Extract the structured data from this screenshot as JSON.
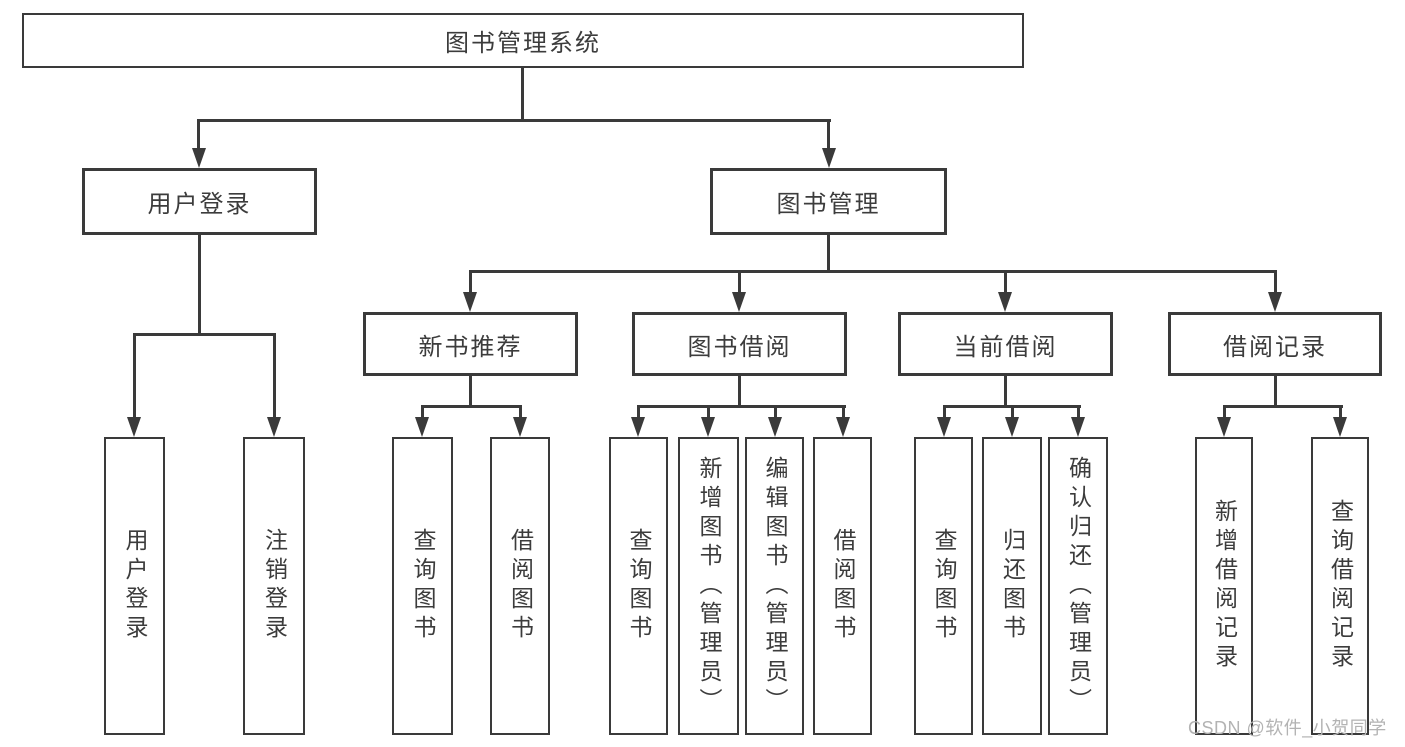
{
  "diagram": {
    "type": "hierarchy",
    "root": {
      "label": "图书管理系统"
    },
    "level2": [
      {
        "label": "用户登录"
      },
      {
        "label": "图书管理"
      }
    ],
    "level3": [
      {
        "label": "新书推荐",
        "parent": "图书管理"
      },
      {
        "label": "图书借阅",
        "parent": "图书管理"
      },
      {
        "label": "当前借阅",
        "parent": "图书管理"
      },
      {
        "label": "借阅记录",
        "parent": "图书管理"
      }
    ],
    "leaves": [
      {
        "label": "用户登录",
        "parent": "用户登录"
      },
      {
        "label": "注销登录",
        "parent": "用户登录"
      },
      {
        "label": "查询图书",
        "parent": "新书推荐"
      },
      {
        "label": "借阅图书",
        "parent": "新书推荐"
      },
      {
        "label": "查询图书",
        "parent": "图书借阅"
      },
      {
        "label": "新增图书（管理员）",
        "parent": "图书借阅"
      },
      {
        "label": "编辑图书（管理员）",
        "parent": "图书借阅"
      },
      {
        "label": "借阅图书",
        "parent": "图书借阅"
      },
      {
        "label": "查询图书",
        "parent": "当前借阅"
      },
      {
        "label": "归还图书",
        "parent": "当前借阅"
      },
      {
        "label": "确认归还（管理员）",
        "parent": "当前借阅"
      },
      {
        "label": "新增借阅记录",
        "parent": "借阅记录"
      },
      {
        "label": "查询借阅记录",
        "parent": "借阅记录"
      }
    ],
    "colors": {
      "line": "#3a3a3a",
      "text": "#3c3c3c",
      "background": "#ffffff",
      "watermark": "#b3b3b3"
    },
    "watermark": "CSDN @软件_小贺同学"
  }
}
